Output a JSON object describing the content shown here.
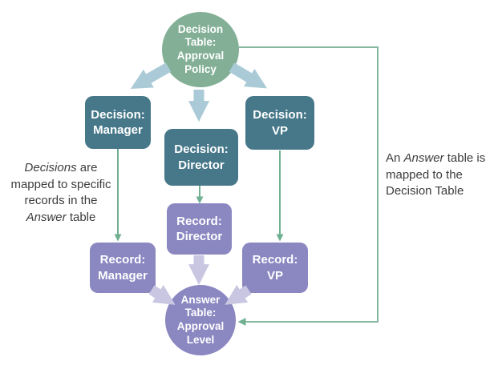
{
  "diagram": {
    "nodes": {
      "decision_table": {
        "lines": [
          "Decision",
          "Table:",
          "Approval",
          "Policy"
        ]
      },
      "decision_manager": {
        "lines": [
          "Decision:",
          "Manager"
        ]
      },
      "decision_director": {
        "lines": [
          "Decision:",
          "Director"
        ]
      },
      "decision_vp": {
        "lines": [
          "Decision:",
          "VP"
        ]
      },
      "record_manager": {
        "lines": [
          "Record:",
          "Manager"
        ]
      },
      "record_director": {
        "lines": [
          "Record:",
          "Director"
        ]
      },
      "record_vp": {
        "lines": [
          "Record:",
          "VP"
        ]
      },
      "answer_table": {
        "lines": [
          "Answer",
          "Table:",
          "Approval",
          "Level"
        ]
      }
    },
    "annotations": {
      "left": {
        "line1_italic": "Decisions",
        "line1_rest": " are",
        "line2": "mapped to specific",
        "line3": "records in the",
        "line4_italic": "Answer",
        "line4_rest": " table"
      },
      "right": {
        "line1_pre": "An ",
        "line1_italic": "Answer",
        "line1_post": " table is",
        "line2": "mapped to the",
        "line3": "Decision Table"
      }
    },
    "colors": {
      "decision_table_fill": "#82af96",
      "decision_box_fill": "#46788a",
      "record_fill": "#8a87c1",
      "answer_table_fill": "#8a87c1",
      "big_arrow_blue": "#a9cad6",
      "record_to_answer_arrow": "#c9c6e2",
      "map_arrow_green": "#6fb091",
      "loop_line_green": "#85b99f",
      "annotation_text": "#3d3d3d",
      "node_text": "#ffffff"
    }
  }
}
